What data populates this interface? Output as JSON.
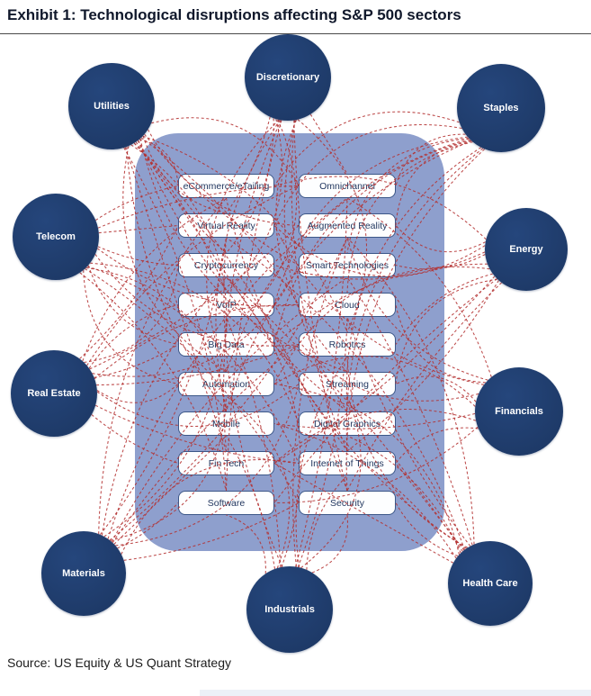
{
  "title": "Exhibit 1: Technological disruptions affecting S&P 500 sectors",
  "source": "Source: US Equity & US Quant Strategy",
  "diagram": {
    "sectors": [
      "Utilities",
      "Discretionary",
      "Staples",
      "Telecom",
      "Energy",
      "Real Estate",
      "Financials",
      "Materials",
      "Industrials",
      "Health Care"
    ],
    "technologies": {
      "left": [
        "eCommerce/eTailing",
        "Virtual Reality",
        "Cryptocurrency",
        "VoIP",
        "Big Data",
        "Automation",
        "Mobile",
        "Fin Tech",
        "Software"
      ],
      "right": [
        "Omnichannel",
        "Augmented Reality",
        "Smart Technologies",
        "Cloud",
        "Robotics",
        "Streaming",
        "Digital Graphics",
        "Internet of Things",
        "Security"
      ]
    },
    "colors": {
      "sector_circle": "#25467c",
      "sector_circle_dark": "#1e3a68",
      "tech_panel": "#8e9fcd",
      "tech_box_border": "#3c5788",
      "connector": "#b43131"
    }
  }
}
